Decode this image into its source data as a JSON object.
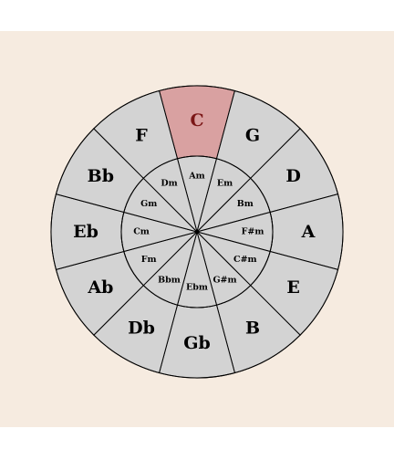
{
  "colors": {
    "background": "#f6ebe0",
    "sector_fill": "#d3d3d3",
    "selected_fill": "#d9a1a1",
    "stroke": "#000000",
    "label": "#000000",
    "selected_label": "#7b1616"
  },
  "circle_of_fifths": {
    "selected": "C",
    "major_keys": [
      "C",
      "G",
      "D",
      "A",
      "E",
      "B",
      "Gb",
      "Db",
      "Ab",
      "Eb",
      "Bb",
      "F"
    ],
    "minor_keys": [
      "Am",
      "Em",
      "Bm",
      "F#m",
      "C#m",
      "G#m",
      "Ebm",
      "Bbm",
      "Fm",
      "Cm",
      "Gm",
      "Dm"
    ]
  }
}
